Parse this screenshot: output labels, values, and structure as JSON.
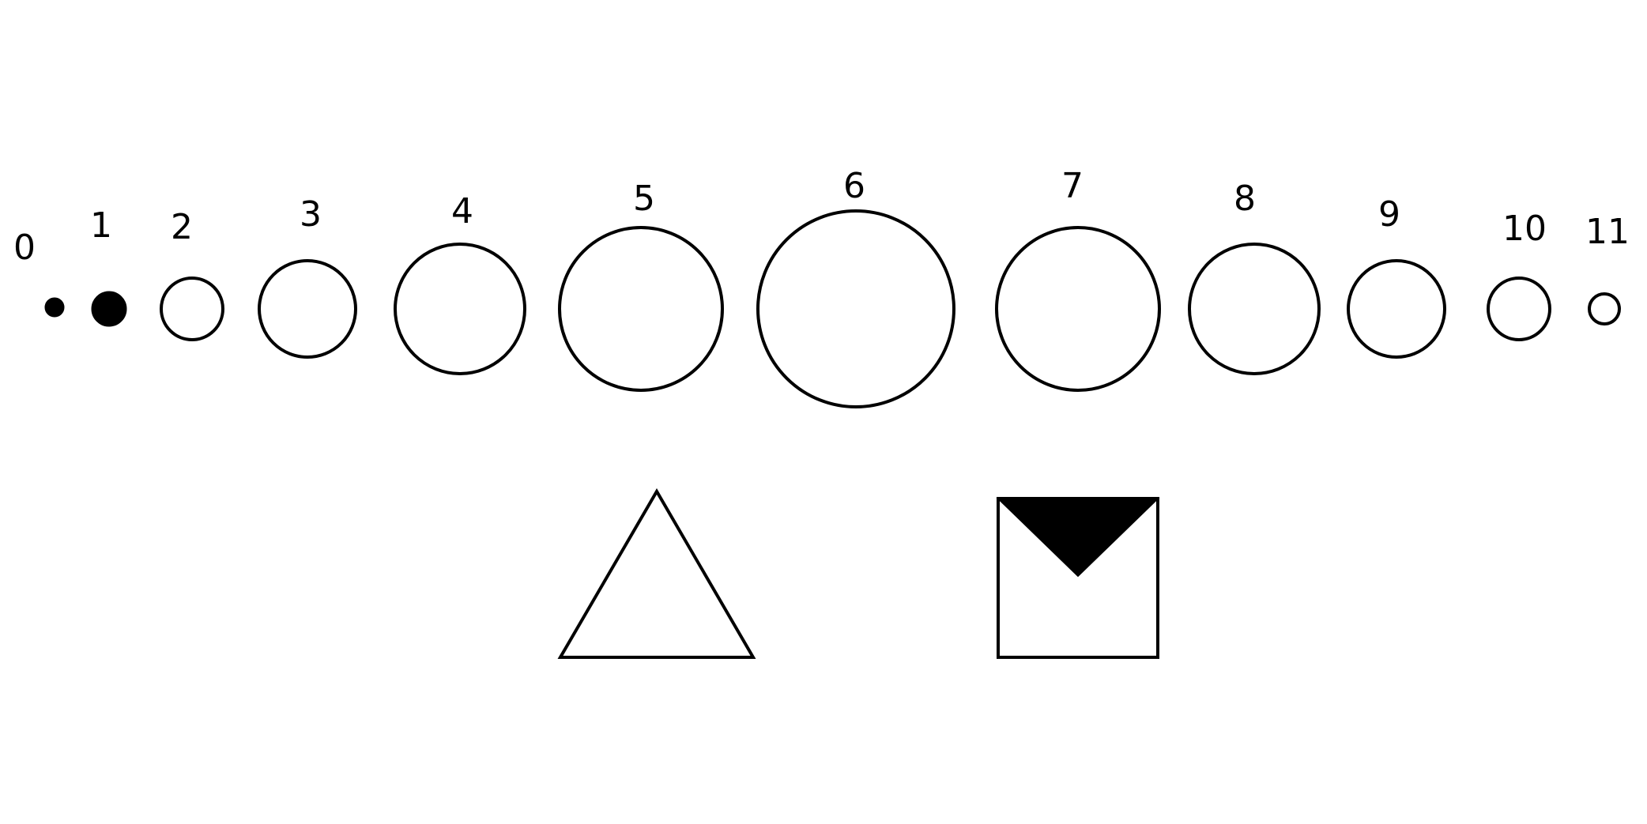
{
  "colors": {
    "stroke": "#000000",
    "fill": "#000000",
    "background": "#ffffff"
  },
  "circles": [
    {
      "label": "0",
      "filled": true
    },
    {
      "label": "1",
      "filled": true
    },
    {
      "label": "2",
      "filled": false
    },
    {
      "label": "3",
      "filled": false
    },
    {
      "label": "4",
      "filled": false
    },
    {
      "label": "5",
      "filled": false
    },
    {
      "label": "6",
      "filled": false
    },
    {
      "label": "7",
      "filled": false
    },
    {
      "label": "8",
      "filled": false
    },
    {
      "label": "9",
      "filled": false
    },
    {
      "label": "10",
      "filled": false
    },
    {
      "label": "11",
      "filled": false
    }
  ],
  "shapes": [
    {
      "kind": "triangle-outline-icon"
    },
    {
      "kind": "square-with-inverted-triangle-icon"
    }
  ]
}
